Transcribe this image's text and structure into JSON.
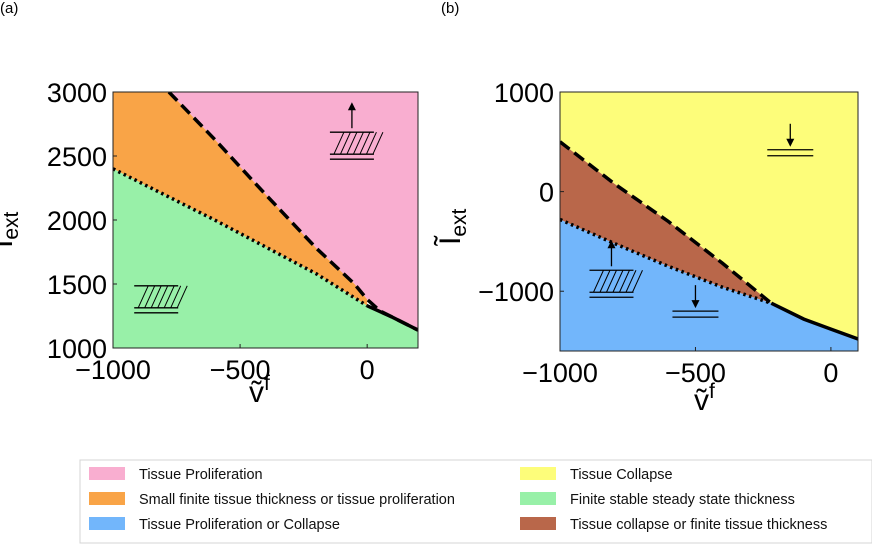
{
  "panels": [
    {
      "label": "(a)"
    },
    {
      "label": "(b)"
    }
  ],
  "legend": [
    {
      "label": "Tissue Proliferation",
      "color": "#f9aed0"
    },
    {
      "label": "Small finite tissue thickness or tissue proliferation",
      "color": "#f9a447"
    },
    {
      "label": "Tissue Proliferation or Collapse",
      "color": "#72b6fb"
    },
    {
      "label": "Tissue Collapse",
      "color": "#fdfd7a"
    },
    {
      "label": "Finite stable steady state thickness",
      "color": "#98f0a8"
    },
    {
      "label": "Tissue collapse or finite tissue thickness",
      "color": "#b9674a"
    }
  ],
  "chart_data": [
    {
      "type": "area",
      "panel": "(a)",
      "xlabel": "ṽ",
      "xlabel_sup": "f",
      "ylabel": "Ĩ",
      "ylabel_sub": "ext",
      "xlim": [
        -1000,
        200
      ],
      "ylim": [
        1000,
        3000
      ],
      "xticks": [
        -1000,
        -500,
        0
      ],
      "xtick_labels": [
        "−1000",
        "−500",
        "0"
      ],
      "yticks": [
        1000,
        1500,
        2000,
        2500,
        3000
      ],
      "ytick_labels": [
        "1000",
        "1500",
        "2000",
        "2500",
        "3000"
      ],
      "grid": false,
      "colors": {
        "upper": "#f9aed0",
        "middle": "#f9a447",
        "lower": "#98f0a8"
      },
      "dashed_boundary": [
        [
          -780,
          3000
        ],
        [
          -600,
          2630
        ],
        [
          -400,
          2200
        ],
        [
          -200,
          1780
        ],
        [
          -50,
          1500
        ],
        [
          0,
          1380
        ],
        [
          50,
          1290
        ],
        [
          200,
          1140
        ]
      ],
      "dotted_boundary": [
        [
          -1000,
          2400
        ],
        [
          -800,
          2200
        ],
        [
          -600,
          2000
        ],
        [
          -400,
          1790
        ],
        [
          -200,
          1580
        ],
        [
          0,
          1330
        ]
      ],
      "solid_boundary": [
        [
          0,
          1330
        ],
        [
          100,
          1240
        ],
        [
          200,
          1140
        ]
      ],
      "symbols": [
        {
          "x": -60,
          "y": 2600,
          "kind": "hatched-up-arrow"
        },
        {
          "x": -830,
          "y": 1400,
          "kind": "hatched"
        }
      ]
    },
    {
      "type": "area",
      "panel": "(b)",
      "xlabel": "ṽ",
      "xlabel_sup": "f",
      "ylabel": "Ĩ",
      "ylabel_sub": "ext",
      "xlim": [
        -1000,
        100
      ],
      "ylim": [
        -1600,
        1000
      ],
      "xticks": [
        -1000,
        -500,
        0
      ],
      "xtick_labels": [
        "−1000",
        "−500",
        "0"
      ],
      "yticks": [
        -1000,
        0,
        1000
      ],
      "ytick_labels": [
        "−1000",
        "0",
        "1000"
      ],
      "grid": false,
      "colors": {
        "upper": "#fdfd7a",
        "middle": "#b9674a",
        "lower": "#72b6fb"
      },
      "dashed_boundary": [
        [
          -1000,
          500
        ],
        [
          -800,
          80
        ],
        [
          -600,
          -300
        ],
        [
          -400,
          -720
        ],
        [
          -220,
          -1120
        ]
      ],
      "dotted_boundary": [
        [
          -1000,
          -280
        ],
        [
          -800,
          -520
        ],
        [
          -600,
          -750
        ],
        [
          -400,
          -960
        ],
        [
          -220,
          -1120
        ]
      ],
      "solid_boundary": [
        [
          -220,
          -1120
        ],
        [
          -100,
          -1280
        ],
        [
          0,
          -1380
        ],
        [
          100,
          -1480
        ]
      ],
      "symbols": [
        {
          "x": -150,
          "y": 420,
          "kind": "down-arrow-lines"
        },
        {
          "x": -810,
          "y": -900,
          "kind": "hatched-up-arrow"
        },
        {
          "x": -500,
          "y": -1200,
          "kind": "down-arrow-lines"
        }
      ]
    }
  ]
}
